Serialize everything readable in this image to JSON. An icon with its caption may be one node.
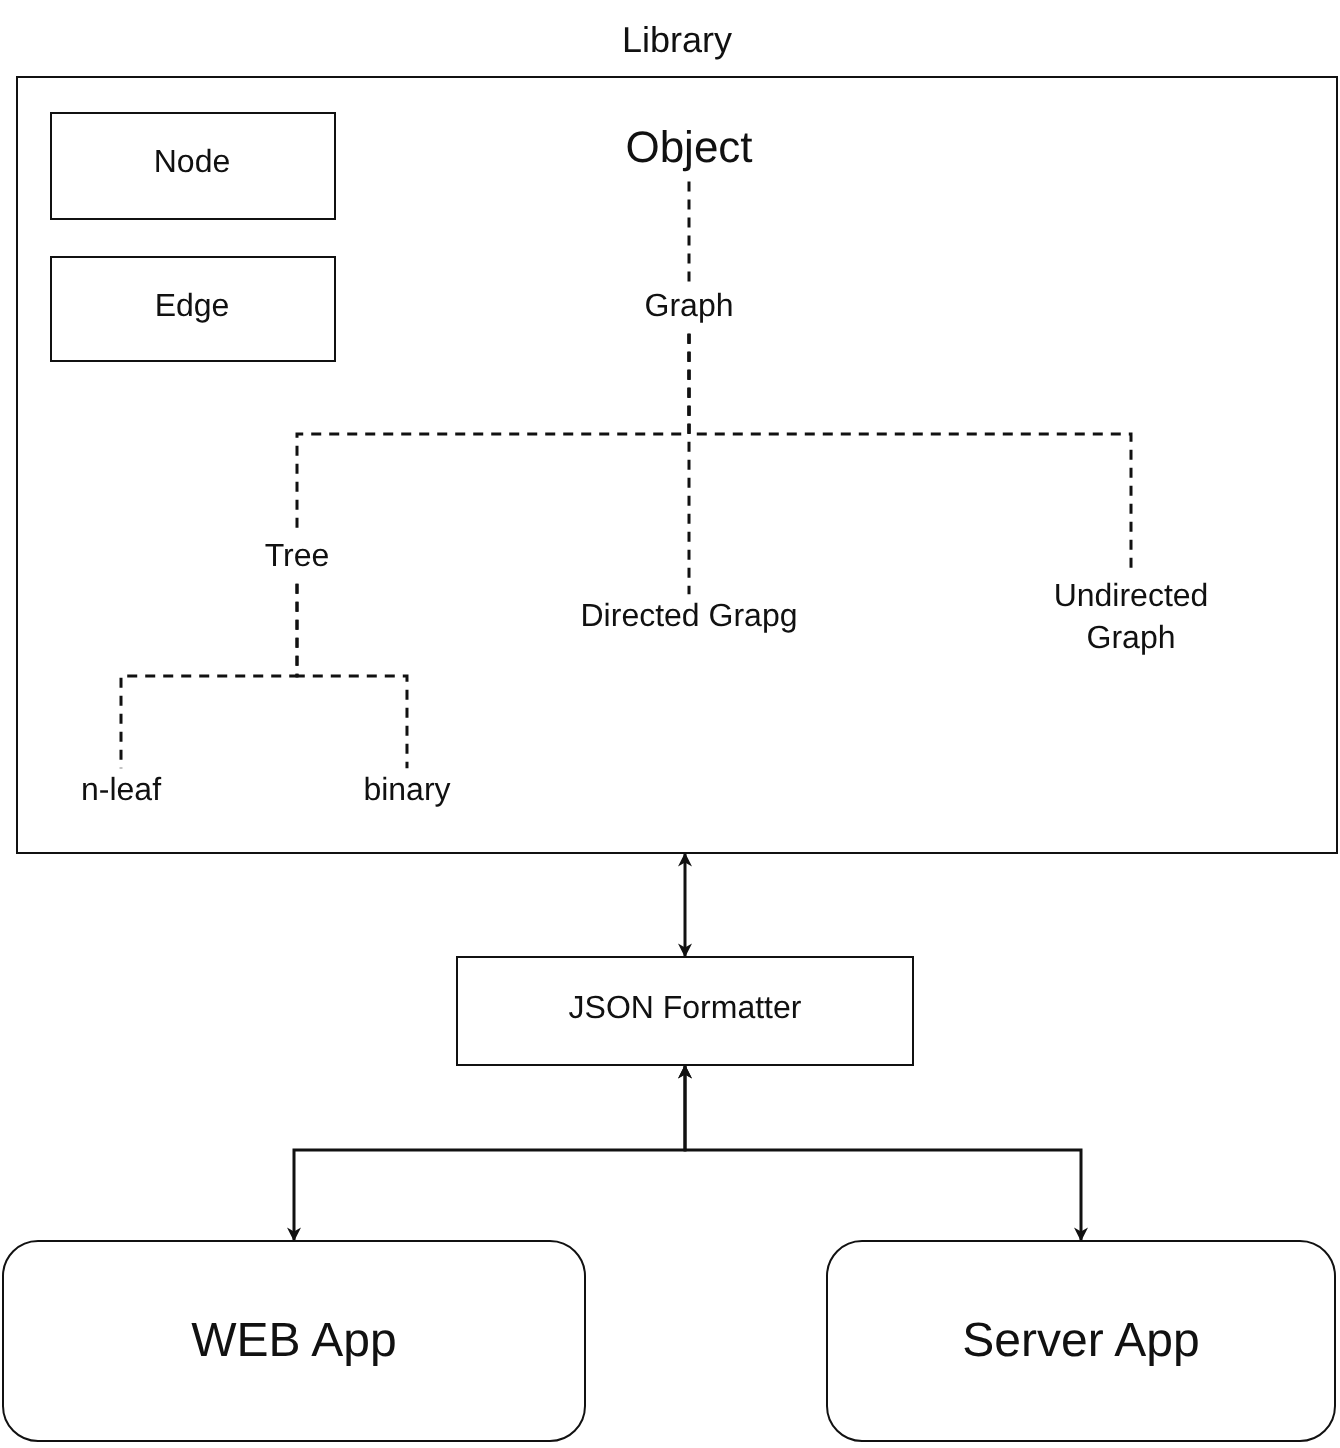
{
  "diagram": {
    "nodes": [
      {
        "text": [
          "Library"
        ]
      },
      {
        "text": [
          "Node"
        ],
        "in": 0
      },
      {
        "text": [
          "Edge"
        ],
        "in": 0
      },
      {
        "text": [
          "Object"
        ],
        "in": 0
      },
      {
        "text": [
          "Graph"
        ],
        "in": 0
      },
      {
        "text": [
          "Tree"
        ],
        "in": 0
      },
      {
        "text": [
          "Directed Grapg"
        ],
        "in": 0
      },
      {
        "text": [
          "Undirected Graph"
        ],
        "in": 0
      },
      {
        "text": [
          "n-leaf"
        ],
        "in": 0
      },
      {
        "text": [
          "binary"
        ],
        "in": 0
      },
      {
        "text": [
          "JSON Formatter"
        ]
      },
      {
        "text": [
          "WEB App"
        ]
      },
      {
        "text": [
          "Server App"
        ]
      }
    ],
    "edges": [
      {
        "from": 3,
        "to": 4,
        "arrow": "none",
        "style": "dashed"
      },
      {
        "from": 4,
        "to": 5,
        "arrow": "none",
        "style": "dashed"
      },
      {
        "from": 4,
        "to": 6,
        "arrow": "none",
        "style": "dashed"
      },
      {
        "from": 4,
        "to": 7,
        "arrow": "none",
        "style": "dashed"
      },
      {
        "from": 5,
        "to": 8,
        "arrow": "none",
        "style": "dashed"
      },
      {
        "from": 5,
        "to": 9,
        "arrow": "none",
        "style": "dashed"
      },
      {
        "from": 0,
        "to": 10,
        "arrow": "both"
      },
      {
        "from": 10,
        "to": 11,
        "arrow": "both"
      },
      {
        "from": 10,
        "to": 12,
        "arrow": "both"
      }
    ]
  }
}
